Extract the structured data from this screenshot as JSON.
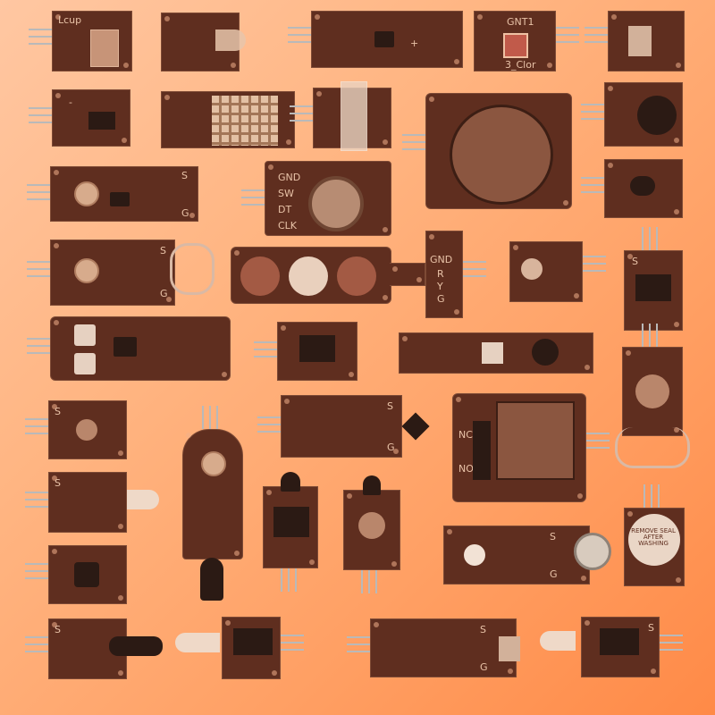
{
  "labels": {
    "light_cup": "Lcup",
    "gnt1": "GNT1",
    "three_color": "3_Clor",
    "rotary_gnd": "GND",
    "rotary_sw": "SW",
    "rotary_dt": "DT",
    "rotary_clk": "CLK",
    "traffic_gnd": "GND",
    "traffic_r": "R",
    "traffic_y": "Y",
    "traffic_g": "G",
    "buzzer_sticker": "REMOVE SEAL AFTER WASHING",
    "relay_nc": "NC",
    "relay_no": "NO",
    "pin_s": "S",
    "pin_g": "G",
    "pin_minus": "-",
    "pin_plus": "+"
  },
  "colors": {
    "pcb": "#5f2e1f",
    "background_light": "#ffc7a2",
    "background_dark": "#ff8a47"
  }
}
